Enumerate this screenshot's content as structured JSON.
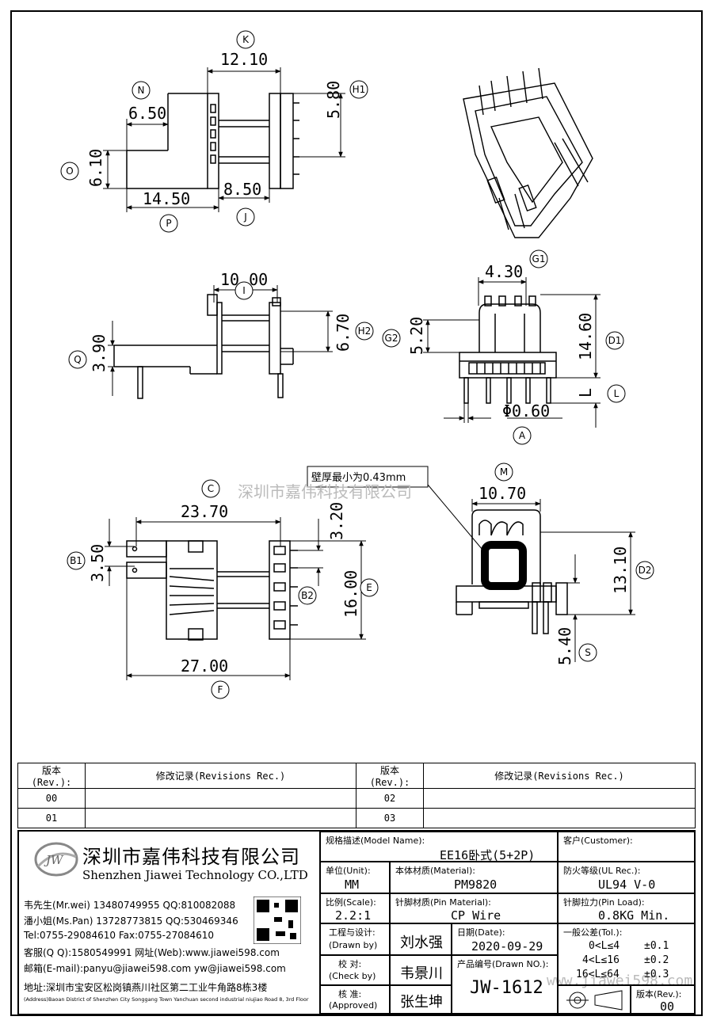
{
  "dims": {
    "K": "12.10",
    "N": "6.50",
    "H1": "5.80",
    "O": "6.10",
    "P": "14.50",
    "J": "8.50",
    "I": "10.00",
    "H2": "6.70",
    "Q": "3.90",
    "G1": "4.30",
    "G2": "5.20",
    "D1": "14.60",
    "L": "L",
    "A": "Φ0.60",
    "C": "23.70",
    "B1": "3.50",
    "B2": "3.20",
    "E": "16.00",
    "F": "27.00",
    "M": "10.70",
    "D2": "13.10",
    "S": "5.40"
  },
  "tags": [
    "K",
    "N",
    "H1",
    "O",
    "P",
    "J",
    "I",
    "H2",
    "Q",
    "G1",
    "G2",
    "D1",
    "L",
    "A",
    "C",
    "B1",
    "B2",
    "E",
    "F",
    "M",
    "D2",
    "S"
  ],
  "note": "壁厚最小为0.43mm",
  "watermark": "深圳市嘉伟科技有限公司",
  "watermark_url": "www.jiawei598.com",
  "revisions": {
    "rev_header": "版本(Rev.):",
    "rec_header": "修改记录(Revisions Rec.)",
    "rows": [
      [
        "00",
        "",
        "02",
        ""
      ],
      [
        "01",
        "",
        "03",
        ""
      ]
    ]
  },
  "company": {
    "logo_text": "JW",
    "name_cn": "深圳市嘉伟科技有限公司",
    "name_en": "Shenzhen Jiawei Technology CO.,LTD",
    "contacts": [
      "韦先生(Mr.wei) 13480749955 QQ:810082088",
      "潘小姐(Ms.Pan) 13728773815 QQ:530469346",
      "Tel:0755-29084610     Fax:0755-27084610",
      "客服(Q Q):1580549991   网址(Web):www.jiawei598.com",
      "邮箱(E-mail):panyu@jiawei598.com  yw@jiawei598.com",
      "地址:深圳市宝安区松岗镇燕川社区第二工业牛角路8栋3楼",
      "(Address)Baoan District of Shenzhen City Songgang Town Yanchuan  second industrial niujiao Road 8, 3rd Floor"
    ]
  },
  "title_block": {
    "model_label": "规格描述(Model Name):",
    "model_value": "EE16卧式(5+2P)",
    "customer_label": "客户(Customer):",
    "customer_value": "",
    "unit_label": "单位(Unit):",
    "unit_value": "MM",
    "material_label": "本体材质(Material):",
    "material_value": "PM9820",
    "ul_label": "防火等级(UL Rec.):",
    "ul_value": "UL94 V-0",
    "scale_label": "比例(Scale):",
    "scale_value": "2.2:1",
    "pin_material_label": "针脚材质(Pin Material):",
    "pin_material_value": "CP Wire",
    "pin_load_label": "针脚拉力(Pin Load):",
    "pin_load_value": "0.8KG Min.",
    "drawn_label": "工程与设计:",
    "drawn_sub": "(Drawn by)",
    "drawn_value": "刘水强",
    "date_label": "日期(Date):",
    "date_value": "2020-09-29",
    "tol_label": "一般公差(Tol.):",
    "tol_rows": [
      [
        "0<L≤4",
        "±0.1"
      ],
      [
        "4<L≤16",
        "±0.2"
      ],
      [
        "16<L≤64",
        "±0.3"
      ]
    ],
    "check_label": "校  对:",
    "check_sub": "(Check by)",
    "check_value": "韦景川",
    "drawn_no_label": "产品编号(Drawn NO.):",
    "drawn_no_value": "JW-1612",
    "approved_label": "核  准:",
    "approved_sub": "(Approved)",
    "approved_value": "张生坤",
    "rev_label": "版本(Rev.):",
    "rev_value": "00"
  }
}
